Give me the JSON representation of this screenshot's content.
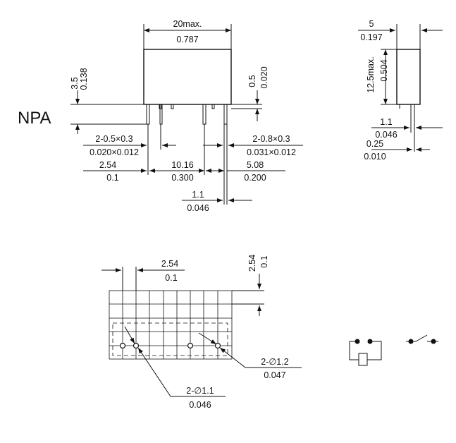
{
  "model": "NPA",
  "front": {
    "width_mm": "20max.",
    "width_in": "0.787",
    "pin_len_mm": "3.5",
    "pin_len_in": "0.138",
    "standoff_mm": "0.5",
    "standoff_in": "0.020",
    "small_pin_mm": "2-0.5×0.3",
    "small_pin_in": "0.020×0.012",
    "large_pin_mm": "2-0.8×0.3",
    "large_pin_in": "0.031×0.012",
    "pitch_a_mm": "2.54",
    "pitch_a_in": "0.1",
    "pitch_b_mm": "10.16",
    "pitch_b_in": "0.300",
    "pitch_c_mm": "5.08",
    "pitch_c_in": "0.200",
    "pin_w_mm": "1.1",
    "pin_w_in": "0.046"
  },
  "side": {
    "width_mm": "5",
    "width_in": "0.197",
    "height_mm": "12.5max.",
    "height_in": "0.504",
    "pin_w_mm": "1.1",
    "pin_w_in": "0.046",
    "pin_t_mm": "0.25",
    "pin_t_in": "0.010"
  },
  "pcb": {
    "grid_x_mm": "2.54",
    "grid_x_in": "0.1",
    "grid_y_mm": "2.54",
    "grid_y_in": "0.1",
    "hole_large_mm": "2-∅1.2",
    "hole_large_in": "0.047",
    "hole_small_mm": "2-∅1.1",
    "hole_small_in": "0.046"
  }
}
